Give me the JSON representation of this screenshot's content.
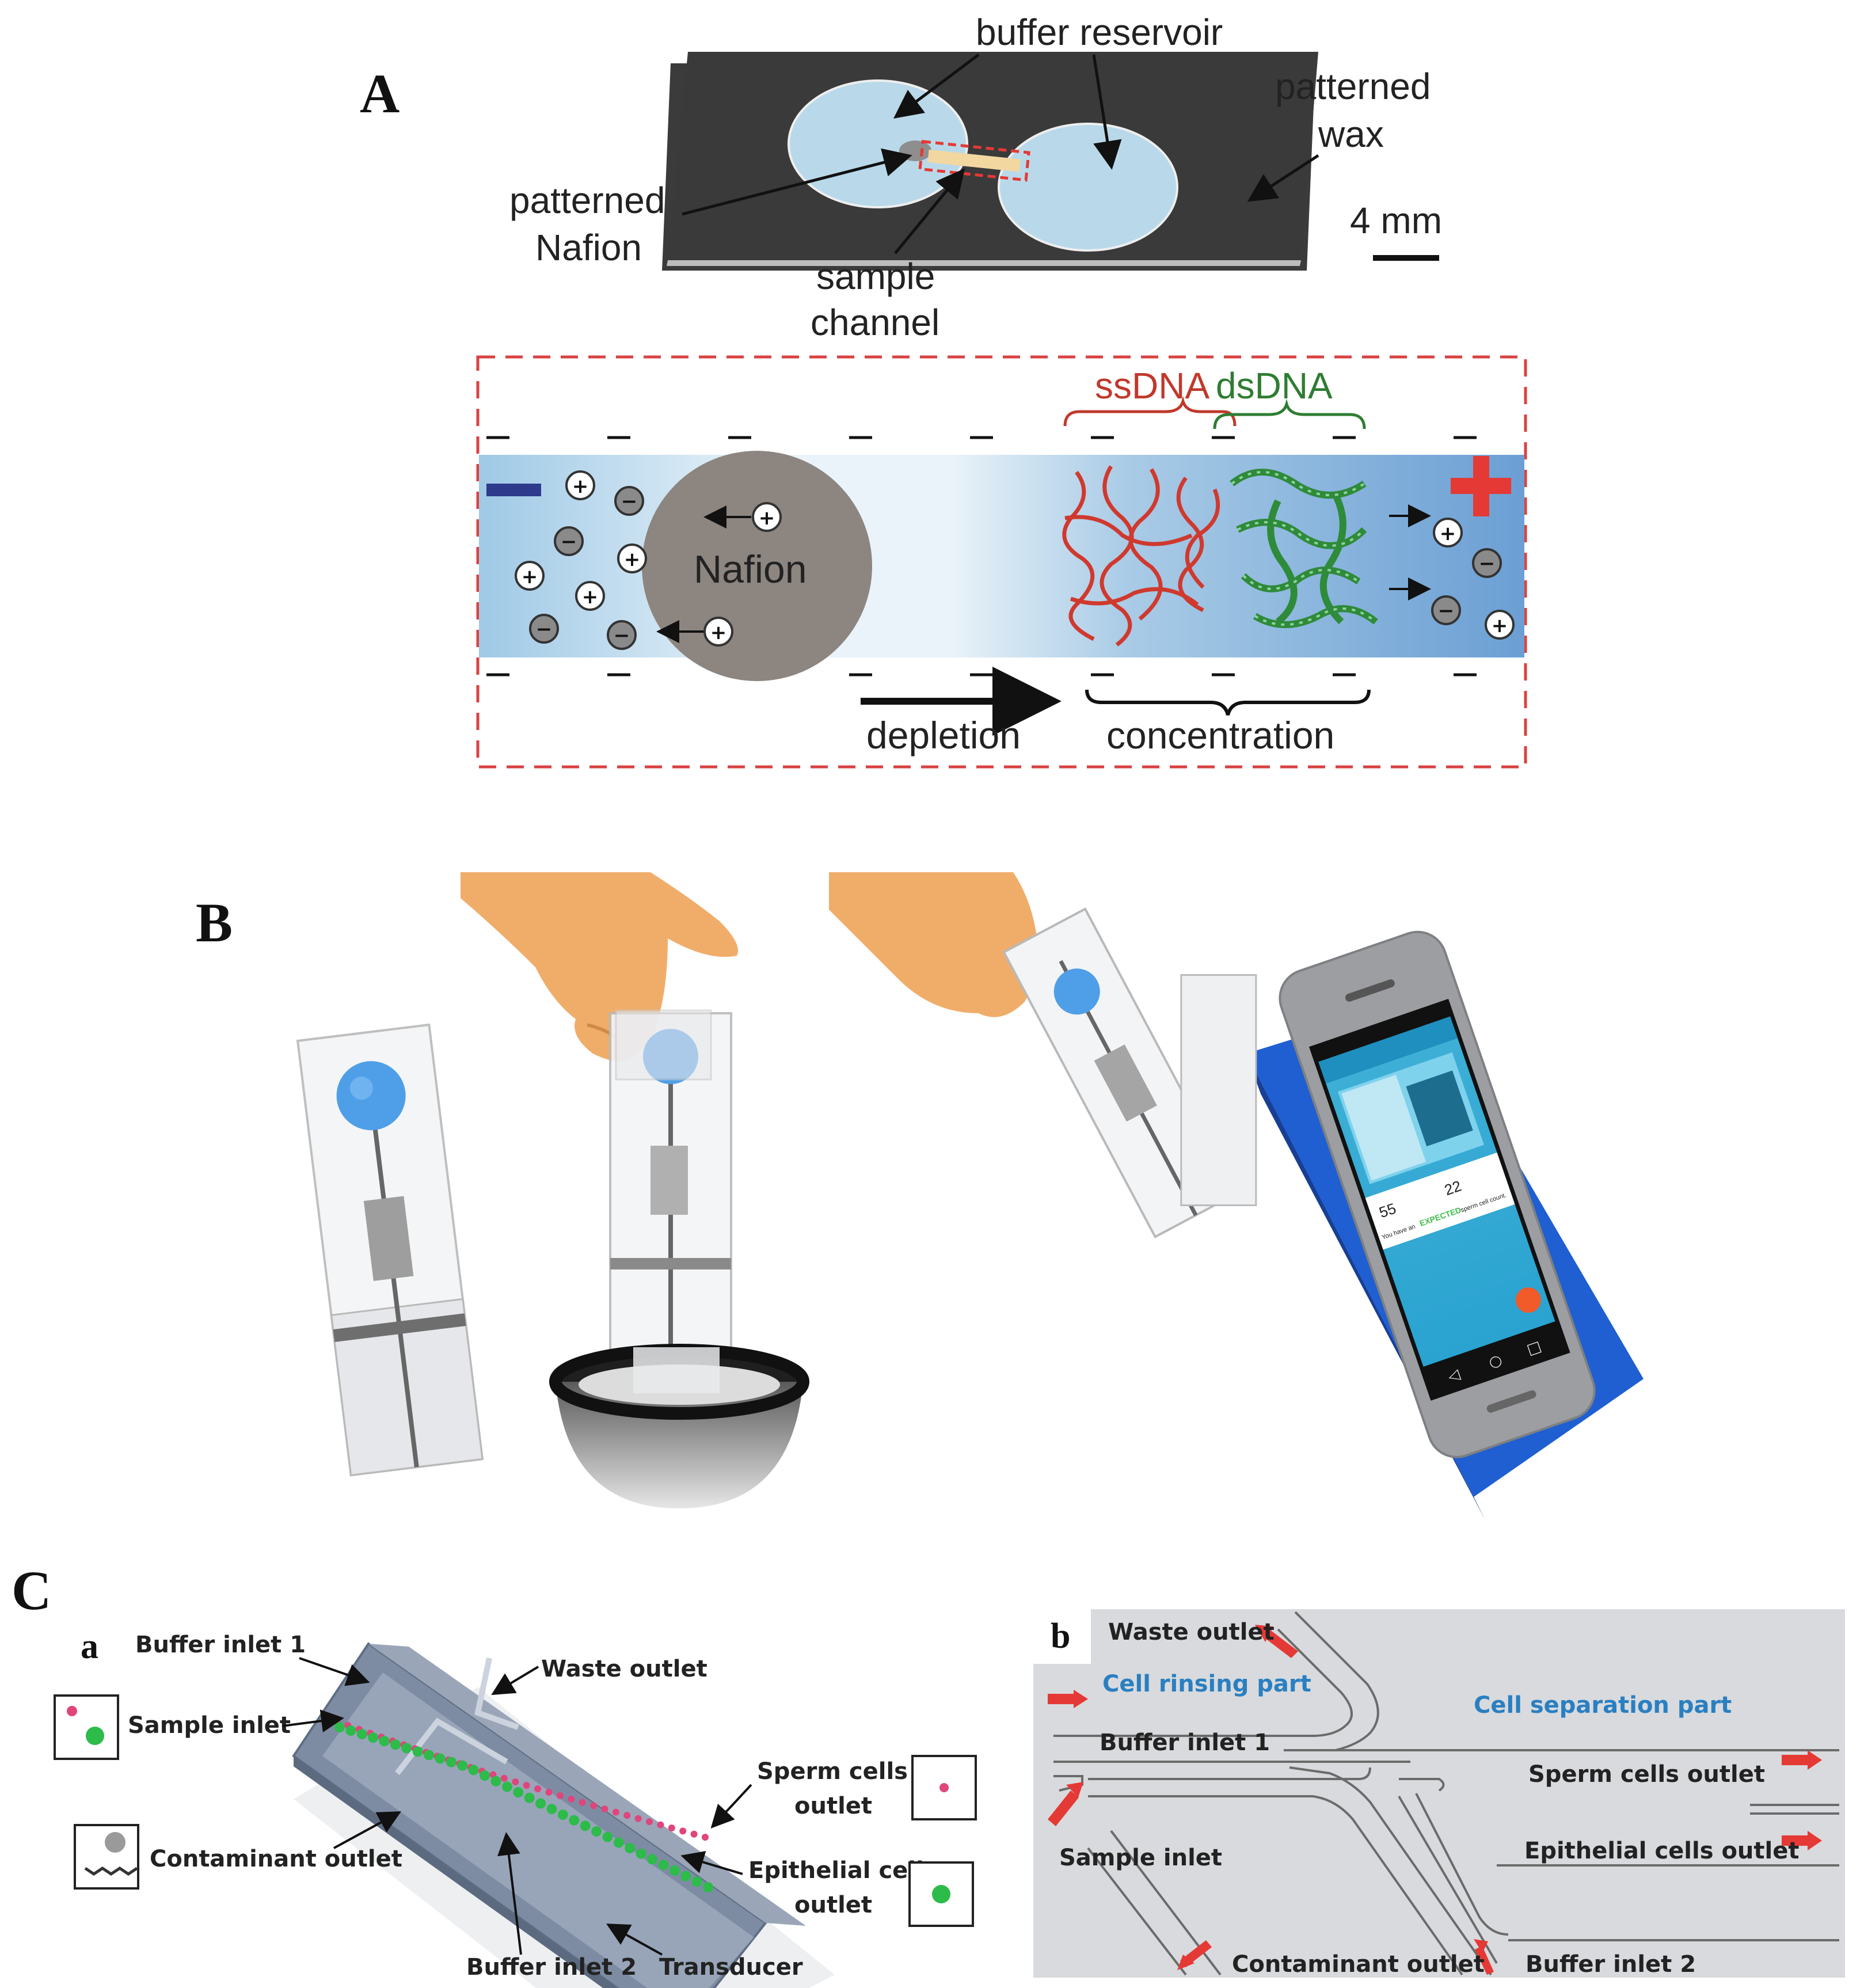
{
  "panelA": {
    "letter": "A",
    "buffer_reservoir": "buffer reservoir",
    "patterned_wax_1": "patterned",
    "patterned_wax_2": "wax",
    "patterned_nafion_1": "patterned",
    "patterned_nafion_2": "Nafion",
    "sample_channel_1": "sample",
    "sample_channel_2": "channel",
    "scale": "4 mm",
    "ssdna": "ssDNA",
    "dsdna": "dsDNA",
    "nafion": "Nafion",
    "depletion": "depletion",
    "concentration": "concentration"
  },
  "panelB": {
    "letter": "B",
    "phone_value_1": "55",
    "phone_value_2": "22",
    "phone_status_prefix": "You have an",
    "phone_status_word": "EXPECTED",
    "phone_status_suffix": "sperm cell count."
  },
  "panelC": {
    "letter": "C",
    "sub_a": "a",
    "sub_b": "b",
    "a_buffer_inlet_1": "Buffer inlet 1",
    "a_waste_outlet": "Waste outlet",
    "a_sample_inlet": "Sample inlet",
    "a_sperm_cells_outlet_1": "Sperm cells",
    "a_sperm_cells_outlet_2": "outlet",
    "a_contaminant_outlet": "Contaminant outlet",
    "a_epithelial_outlet_1": "Epithelial cells",
    "a_epithelial_outlet_2": "outlet",
    "a_buffer_inlet_2": "Buffer inlet 2",
    "a_transducer": "Transducer",
    "b_waste_outlet": "Waste outlet",
    "b_cell_rinsing": "Cell rinsing part",
    "b_cell_separation": "Cell separation part",
    "b_buffer_inlet_1": "Buffer inlet 1",
    "b_sperm_cells_outlet": "Sperm cells outlet",
    "b_sample_inlet": "Sample inlet",
    "b_epithelial_outlet": "Epithelial cells outlet",
    "b_contaminant_outlet": "Contaminant outlet",
    "b_buffer_inlet_2": "Buffer inlet 2"
  },
  "colors": {
    "ssdna": "#c0392b",
    "dsdna": "#2e7d32",
    "arrow_red": "#e53935",
    "text_blue": "#2a7fc1",
    "reservoir": "#b9d9ea",
    "wax": "#3b3b3b"
  }
}
